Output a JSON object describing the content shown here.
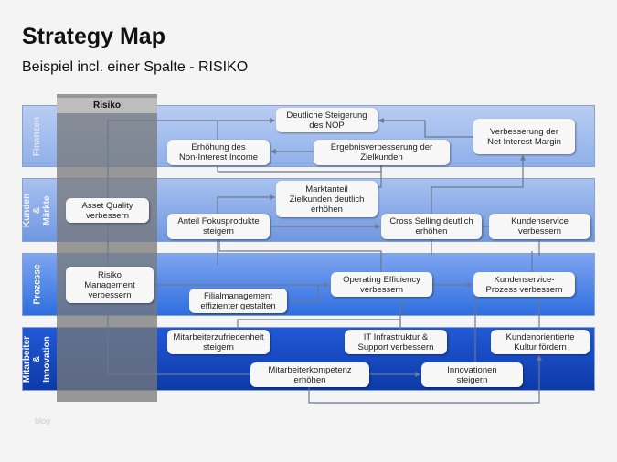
{
  "title": "Strategy Map",
  "subtitle": "Beispiel incl. einer Spalte - RISIKO",
  "column_header": "Risiko",
  "perspectives": [
    "Finanzen",
    "Kunden & Märkte",
    "Prozesse",
    "Mitarbeiter & Innovation"
  ],
  "objectives": {
    "nop": "Deutliche Steigerung\ndes NOP",
    "non_interest": "Erhöhung des\nNon-Interest Income",
    "ergebnis": "Ergebnisverbesserung der\nZielkunden",
    "nim": "Verbesserung der\nNet Interest Margin",
    "asset_quality": "Asset Quality\nverbessern",
    "marktanteil": "Marktanteil\nZielkunden deutlich\nerhöhen",
    "fokus": "Anteil Fokusprodukte\nsteigern",
    "cross_selling": "Cross Selling deutlich\nerhöhen",
    "kundenservice": "Kundenservice\nverbessern",
    "risiko_mgmt": "Risiko\nManagement\nverbessern",
    "filial": "Filialmanagement\neffizienter gestalten",
    "operating": "Operating Efficiency\nverbessern",
    "ks_prozess": "Kundenservice-\nProzess verbessern",
    "ma_zufriedenheit": "Mitarbeiterzufriedenheit\nsteigern",
    "it": "IT Infrastruktur &\nSupport verbessern",
    "kultur": "Kundenorientierte\nKultur fördern",
    "ma_kompetenz": "Mitarbeiterkompetenz\nerhöhen",
    "innovationen": "Innovationen\nsteigern"
  },
  "watermark": "blog"
}
